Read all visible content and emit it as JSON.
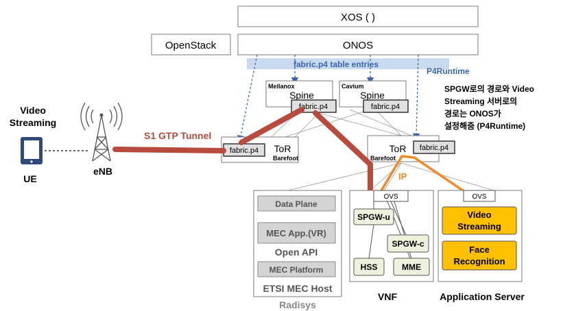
{
  "top": {
    "xos": "XOS (   )",
    "onos": "ONOS",
    "openstack": "OpenStack"
  },
  "annotations": {
    "table_entries": "fabric.p4 table entries",
    "p4runtime": "P4Runtime",
    "note_line1": "SPGW로의 경로와 Video",
    "note_line2": "Streaming 서버로의",
    "note_line3": "경로는 ONOS가",
    "note_line4": "설정해줌 (P4Runtime)"
  },
  "spines": [
    {
      "vendor": "Mellanox",
      "name": "Spine",
      "pipeline": "fabric.p4"
    },
    {
      "vendor": "Cavium",
      "name": "Spine",
      "pipeline": "fabric.p4"
    }
  ],
  "tors": [
    {
      "name": "ToR",
      "vendor": "Barefoot",
      "pipeline": "fabric.p4"
    },
    {
      "name": "ToR",
      "vendor": "Barefoot",
      "pipeline": "fabric.p4"
    }
  ],
  "links": {
    "s1_gtp": "S1 GTP Tunnel",
    "ip": "IP"
  },
  "ran": {
    "title_line1": "Video",
    "title_line2": "Streaming",
    "ue": "UE",
    "enb": "eNB"
  },
  "mec": {
    "data_plane": "Data Plane",
    "mec_app": "MEC App.(VR)",
    "open_api": "Open API",
    "platform": "MEC Platform",
    "host": "ETSI MEC Host",
    "vendor": "Radisys"
  },
  "vnf": {
    "ovs": "OVS",
    "spgw_u": "SPGW-u",
    "spgw_c": "SPGW-c",
    "hss": "HSS",
    "mme": "MME",
    "label": "VNF"
  },
  "app_server": {
    "ovs": "OVS",
    "video_line1": "Video",
    "video_line2": "Streaming",
    "face_line1": "Face",
    "face_line2": "Recognition",
    "label": "Application Server"
  },
  "colors": {
    "gtp": "#b94a3e",
    "ip": "#f08a24",
    "p4runtime": "#3a66b0",
    "banner": "#c9d9ee",
    "nf_fill": "#eef2dc",
    "app_fill": "#ffc000",
    "mec_fill": "#d4d4d4"
  }
}
